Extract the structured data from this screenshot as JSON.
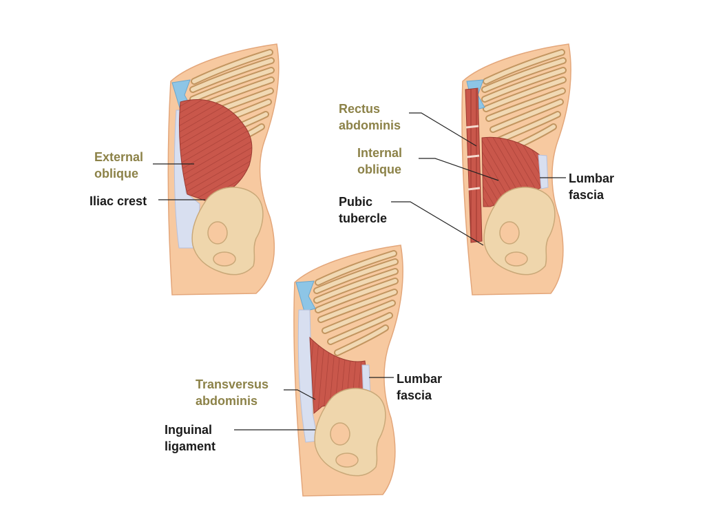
{
  "colors": {
    "skin": "#f7c9a0",
    "muscle": "#c9574b",
    "bone": "#efd6ac",
    "fascia": "#d8dff0",
    "cartilage": "#8dc5e6",
    "muscle_label": "#8c8248",
    "structure_label": "#1a1a1a"
  },
  "panels": [
    {
      "id": "external-oblique",
      "labels": [
        {
          "key": "external_oblique",
          "line1": "External",
          "line2": "oblique",
          "kind": "muscle"
        },
        {
          "key": "iliac_crest",
          "line1": "Iliac crest",
          "line2": "",
          "kind": "structure"
        }
      ]
    },
    {
      "id": "internal-oblique",
      "labels": [
        {
          "key": "rectus_abdominis",
          "line1": "Rectus",
          "line2": "abdominis",
          "kind": "muscle"
        },
        {
          "key": "internal_oblique",
          "line1": "Internal",
          "line2": "oblique",
          "kind": "muscle"
        },
        {
          "key": "pubic_tubercle",
          "line1": "Pubic",
          "line2": "tubercle",
          "kind": "structure"
        },
        {
          "key": "lumbar_fascia",
          "line1": "Lumbar",
          "line2": "fascia",
          "kind": "structure"
        }
      ]
    },
    {
      "id": "transversus-abdominis",
      "labels": [
        {
          "key": "transversus_abdominis",
          "line1": "Transversus",
          "line2": "abdominis",
          "kind": "muscle"
        },
        {
          "key": "inguinal_ligament",
          "line1": "Inguinal",
          "line2": "ligament",
          "kind": "structure"
        },
        {
          "key": "lumbar_fascia",
          "line1": "Lumbar",
          "line2": "fascia",
          "kind": "structure"
        }
      ]
    }
  ]
}
